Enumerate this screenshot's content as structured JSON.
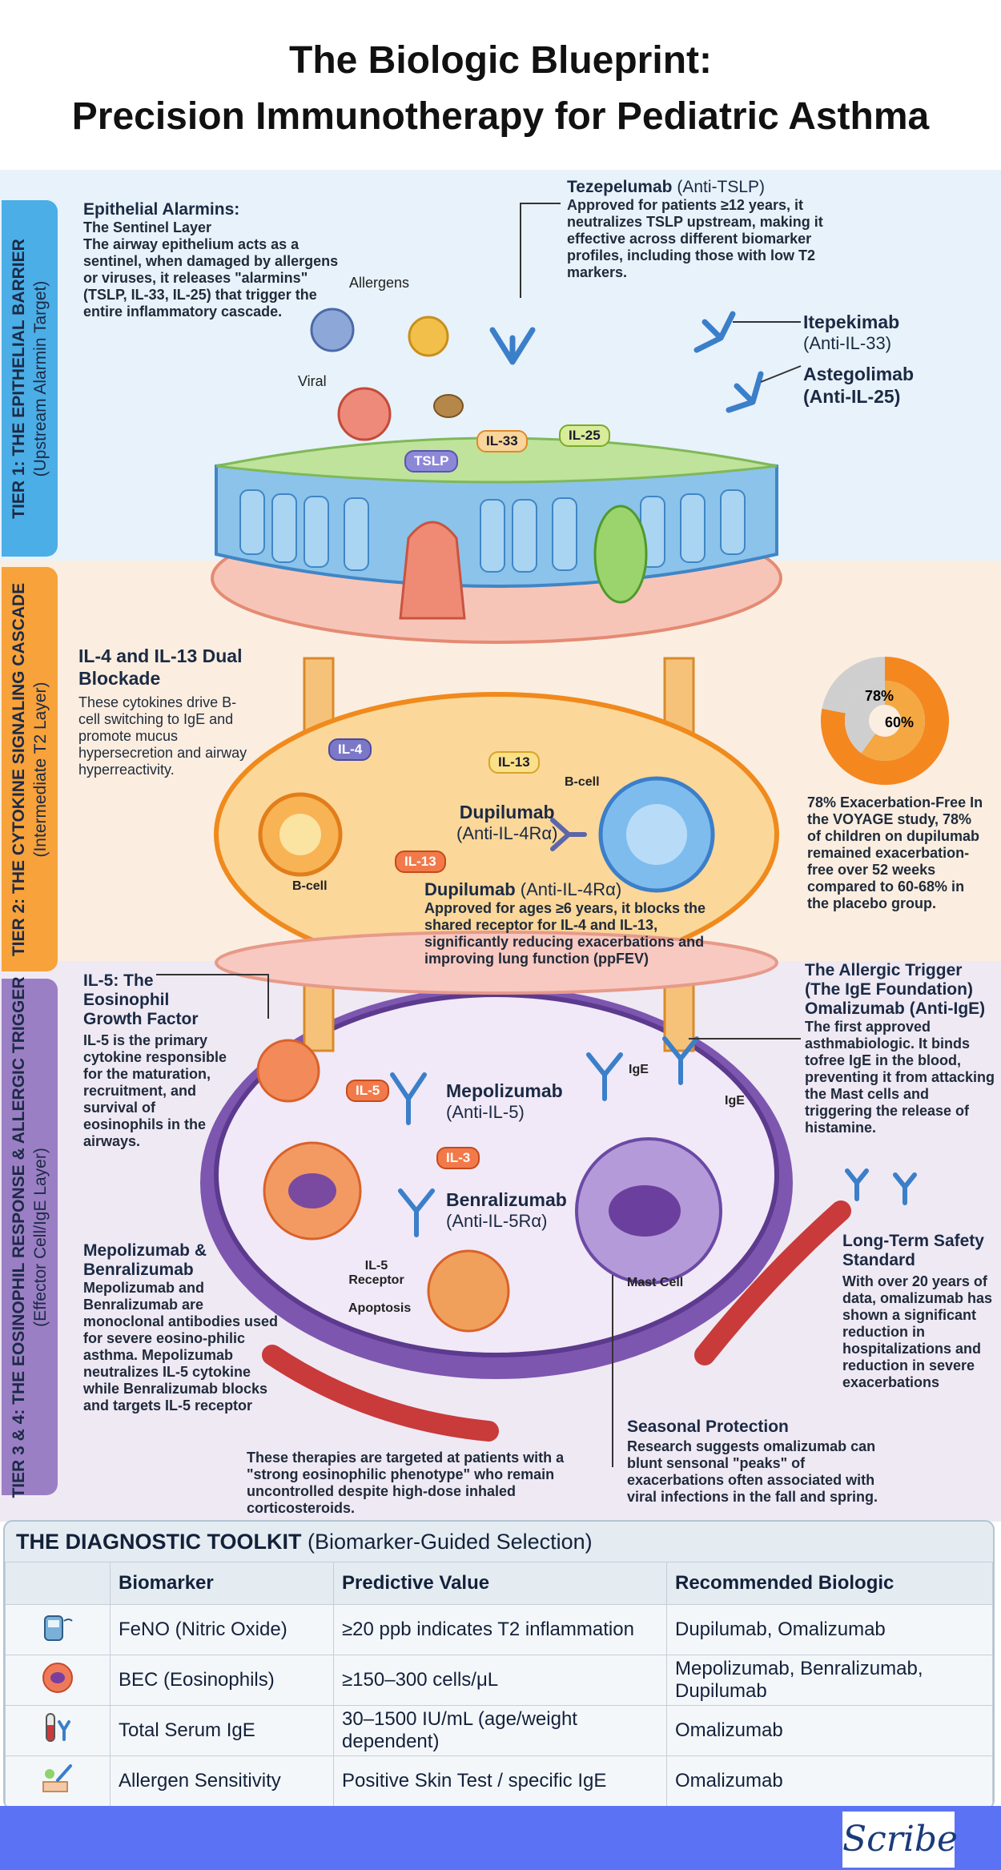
{
  "title": {
    "line1": "The Biologic Blueprint:",
    "line2": "Precision Immunotherapy for Pediatric Asthma"
  },
  "bands": {
    "tier1": {
      "line1": "TIER 1: THE EPITHELIAL BARRIER",
      "line2": "(Upstream Alarmin Target)",
      "color": "#4baee6"
    },
    "tier2": {
      "line1": "TIER 2: THE CYTOKINE SIGNALING CASCADE",
      "line2": "(Intermediate T2 Layer)",
      "color": "#f7a23a"
    },
    "tier3": {
      "line1": "TIER 3 & 4: THE EOSINOPHIL RESPONSE & ALLERGIC TRIGGER",
      "line2": "(Effector Cell/IgE Layer)",
      "color": "#9b7fc4"
    }
  },
  "tier1": {
    "alarmins_heading": "Epithelial Alarmins:",
    "alarmins_sub": "The Sentinel Layer",
    "alarmins_body": "The airway epithelium acts as a sentinel, when damaged by allergens or viruses, it releases \"alarmins\" (TSLP, IL-33, IL-25) that trigger the entire inflammatory cascade.",
    "teze_name": "Tezepelumab",
    "teze_target": "(Anti-TSLP)",
    "teze_body": "Approved for patients ≥12 years, it neutralizes TSLP upstream, making it effective across different biomarker profiles, including those with low T2 markers.",
    "itepekimab": "Itepekimab",
    "itepekimab_target": "(Anti-IL-33)",
    "astegolimab": "Astegolimab",
    "astegolimab_target": "(Anti-IL-25)",
    "label_allergens": "Allergens",
    "label_viral": "Viral",
    "chip_tslp": "TSLP",
    "chip_il33": "IL-33",
    "chip_il25": "IL-25"
  },
  "tier2": {
    "heading": "IL-4 and IL-13 Dual Blockade",
    "body": "These cytokines drive B-cell switching to IgE and promote mucus hypersecretion and airway hyperreactivity.",
    "chip_il4": "IL-4",
    "chip_il13a": "IL-13",
    "chip_il13b": "IL-13",
    "bcell_left": "B-cell",
    "bcell_right": "B-cell",
    "dupi_name": "Dupilumab",
    "dupi_target": "(Anti-IL-4Rα)",
    "dupi2_name": "Dupilumab",
    "dupi2_target": "(Anti-IL-4Rα)",
    "dupi_body": "Approved for ages ≥6 years, it blocks the shared receptor for IL-4 and IL-13, significantly reducing exacerbations and improving lung function (ppFEV)",
    "donut_outer": "78%",
    "donut_inner": "60%",
    "voyage_line1": "78% Exacerbation-Free In the VOYAGE study, 78%",
    "voyage_line2": "of children on dupilumab remained exacerbation-free over 52 weeks compared to 60-68% in the placebo group."
  },
  "chart_data": {
    "type": "pie",
    "rings": [
      {
        "label": "78%",
        "value": 78
      },
      {
        "label": "60%",
        "value": 60
      }
    ]
  },
  "tier3": {
    "il5_heading": "IL-5: The Eosinophil Growth Factor",
    "il5_body": "IL-5 is the primary cytokine responsible for the maturation, recruitment, and survival of eosinophils in the airways.",
    "mepo_benra_heading": "Mepolizumab & Benralizumab",
    "mepo_benra_body": "Mepolizumab and Benralizumab are monoclonal antibodies used for severe eosino-philic asthma. Mepolizumab neutralizes IL-5 cytokine while Benralizumab blocks and targets IL-5 receptor",
    "phenotype_note": "These therapies are targeted at patients with a \"strong eosinophilic phenotype\" who remain uncontrolled despite high-dose inhaled corticosteroids.",
    "chip_il5": "IL-5",
    "chip_il3": "IL-3",
    "mepo_name": "Mepolizumab",
    "mepo_target": "(Anti-IL-5)",
    "benra_name": "Benralizumab",
    "benra_target": "(Anti-IL-5Rα)",
    "label_il5_receptor": "IL-5 Receptor",
    "label_apoptosis": "Apoptosis",
    "label_mast_cell": "Mast Cell",
    "label_ige1": "IgE",
    "label_ige2": "IgE",
    "allergic_heading": "The Allergic Trigger (The IgE Foundation)",
    "omali_name": "Omalizumab (Anti-IgE)",
    "omali_body": "The first approved asthmabiologic.  It binds tofree IgE in the blood, preventing it from attacking the Mast cells and triggering the release of histamine.",
    "safety_heading": "Long-Term Safety Standard",
    "safety_body": "With over 20 years of data, omalizumab has shown a significant reduction in hospitalizations and reduction in severe exacerbations",
    "seasonal_heading": "Seasonal Protection",
    "seasonal_body": "Research suggests omalizumab can blunt sensonal \"peaks\" of exacerbations often associated with viral infections in the fall and spring."
  },
  "toolkit": {
    "title_bold": "THE DIAGNOSTIC TOOLKIT",
    "title_rest": "(Biomarker-Guided Selection)",
    "headers": [
      "Biomarker",
      "Predictive Value",
      "Recommended Biologic"
    ],
    "rows": [
      {
        "icon": "feno-device-icon",
        "biomarker": "FeNO (Nitric Oxide)",
        "value": "≥20 ppb indicates T2 inflammation",
        "biologic": "Dupilumab, Omalizumab"
      },
      {
        "icon": "eosinophil-icon",
        "biomarker": "BEC (Eosinophils)",
        "value": "≥150–300 cells/μL",
        "biologic": "Mepolizumab, Benralizumab, Dupilumab"
      },
      {
        "icon": "blood-tube-icon",
        "biomarker": "Total Serum IgE",
        "value": "30–1500 IU/mL (age/weight dependent)",
        "biologic": "Omalizumab"
      },
      {
        "icon": "skin-test-icon",
        "biomarker": "Allergen Sensitivity",
        "value": "Positive Skin Test / specific IgE",
        "biologic": "Omalizumab"
      }
    ]
  },
  "footer": {
    "logo": "Scribe",
    "color": "#5b72f5"
  }
}
